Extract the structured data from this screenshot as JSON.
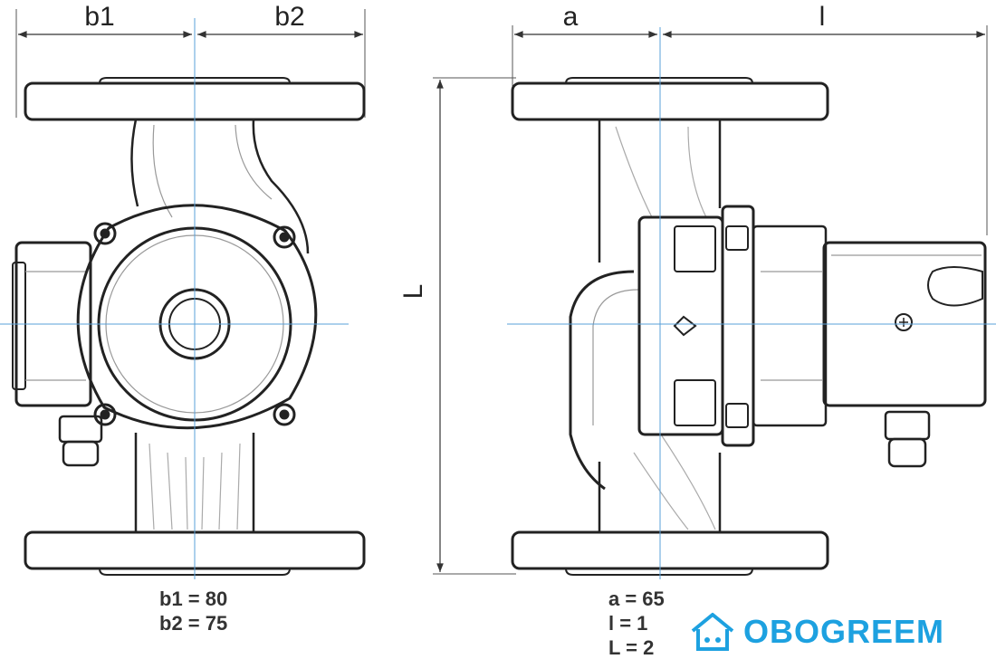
{
  "labels": {
    "b1": "b1",
    "b2": "b2",
    "a": "a",
    "l": "l",
    "L": "L"
  },
  "front_values": {
    "b1": "b1 = 80",
    "b2": "b2 = 75"
  },
  "side_values": {
    "a": "a = 65",
    "l": "l = 1",
    "L": "L = 2"
  },
  "logo": {
    "text": "OBOGREEM",
    "color": "#1da1e0"
  }
}
